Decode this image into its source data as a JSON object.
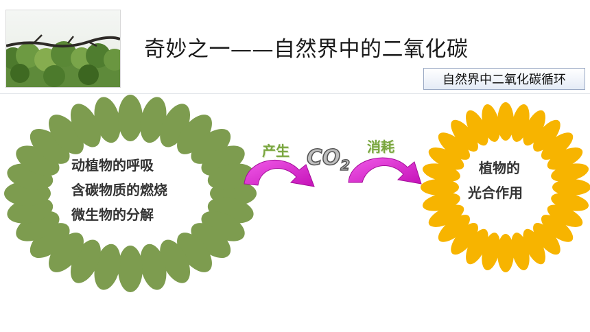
{
  "header": {
    "title": "奇妙之一——自然界中的二氧化碳",
    "tag_button": "自然界中二氧化碳循环"
  },
  "left_flower": {
    "color": "#7d9c4f",
    "lines": [
      "动植物的呼吸",
      "含碳物质的燃烧",
      "微生物的分解"
    ]
  },
  "right_flower": {
    "color": "#f7b400",
    "lines": [
      "植物的",
      "光合作用"
    ]
  },
  "cycle": {
    "produce_label": "产生",
    "consume_label": "消耗",
    "co2_main": "CO",
    "co2_sub": "2",
    "arrow_color": "#e01fd6"
  }
}
